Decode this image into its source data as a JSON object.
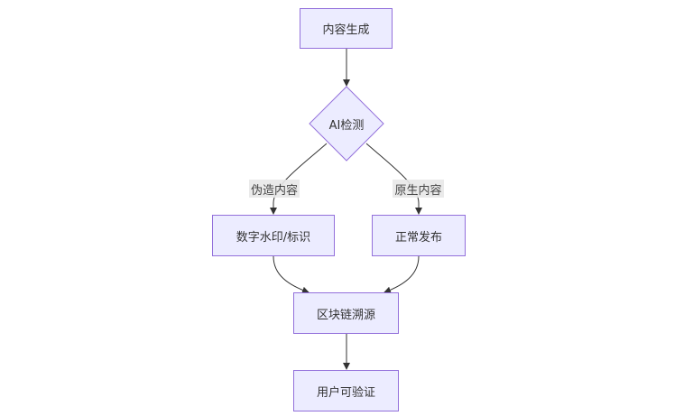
{
  "diagram": {
    "nodes": {
      "content_generation": "内容生成",
      "ai_detection": "AI检测",
      "watermark": "数字水印/标识",
      "normal_publish": "正常发布",
      "blockchain_trace": "区块链溯源",
      "user_verifiable": "用户可验证"
    },
    "edge_labels": {
      "fake_content": "伪造内容",
      "original_content": "原生内容"
    },
    "colors": {
      "node_fill": "#ececff",
      "node_stroke": "#9370db",
      "edge_stroke": "#333333",
      "label_background": "#e8e8e8"
    }
  }
}
